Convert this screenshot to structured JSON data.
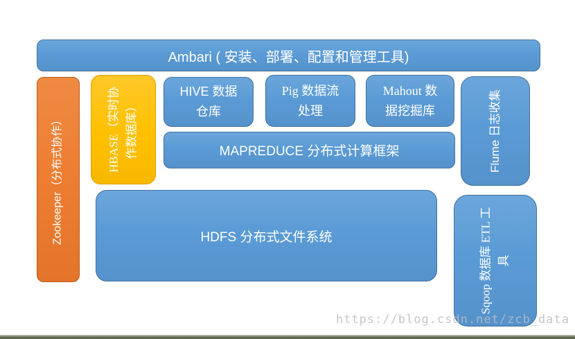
{
  "diagram": {
    "description": "Hadoop ecosystem component diagram",
    "blocks": {
      "ambari": {
        "label": "Ambari ( 安装、部署、配置和管理工具)"
      },
      "zookeeper": {
        "label": "Zookeeper（分布式协作）"
      },
      "hbase": {
        "line1": "HBASE（实时协",
        "line2": "作数据库）"
      },
      "hive": {
        "line1": "HIVE  数据",
        "line2": "仓库"
      },
      "pig": {
        "line1": "Pig 数据流",
        "line2": "处理"
      },
      "mahout": {
        "line1": "Mahout 数",
        "line2": "据挖掘库"
      },
      "mapreduce": {
        "label": "MAPREDUCE  分布式计算框架"
      },
      "flume": {
        "label": "Flume 日志收集"
      },
      "hdfs": {
        "label": "HDFS 分布式文件系统"
      },
      "sqoop": {
        "line1": "Sqoop 数据库 ETL 工",
        "line2": "具"
      }
    },
    "colors": {
      "blue_fill": "#5B9BD5",
      "blue_border": "#41719C",
      "orange_fill": "#ED7D31",
      "orange_border": "#B55A1E",
      "yellow_fill": "#FFC000",
      "yellow_border": "#D99E00",
      "block_text": "#FFFFFF",
      "watermark_text": "#BABCBE"
    }
  },
  "watermark": {
    "text": "https://blog.csdn.net/zcb_data"
  }
}
